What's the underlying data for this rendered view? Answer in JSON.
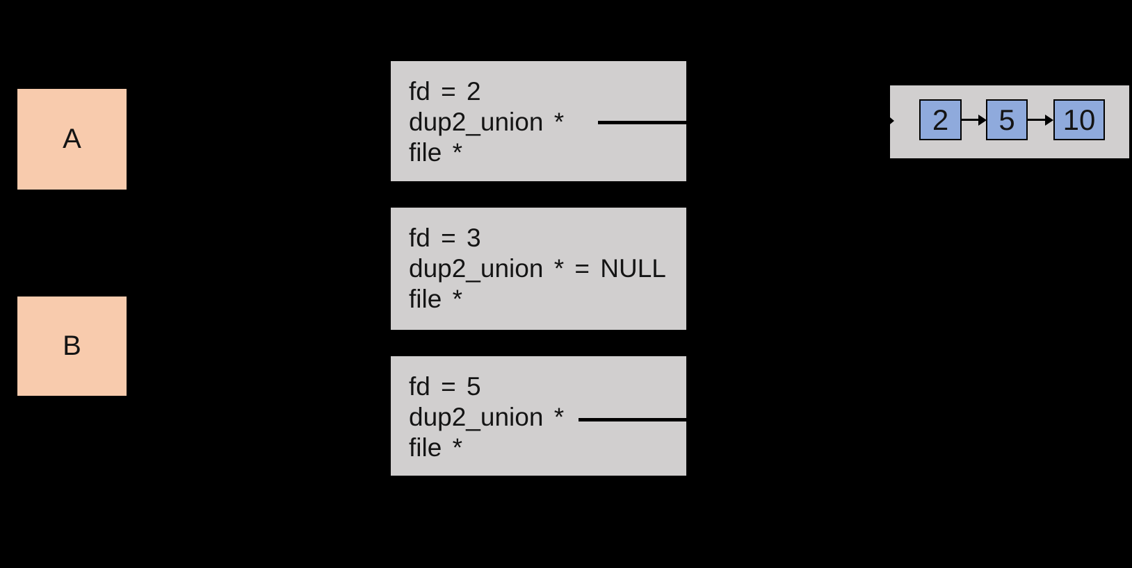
{
  "diagram_title": "",
  "colors": {
    "bg": "#000000",
    "process_fill": "#F8CBAD",
    "table_fill": "#D1CFCF",
    "node_fill": "#8FAADC",
    "node_border": "#000000",
    "connector": "#000000",
    "text": "#141414"
  },
  "processes": [
    {
      "label": "A"
    },
    {
      "label": "B"
    }
  ],
  "fd_entries": [
    {
      "lines": [
        "fd = 2",
        "dup2_union *",
        "file *"
      ],
      "pointer_out": true
    },
    {
      "lines": [
        "fd = 3",
        "dup2_union * = NULL",
        "file *"
      ],
      "pointer_out": false
    },
    {
      "lines": [
        "fd = 5",
        "dup2_union *",
        "file *"
      ],
      "pointer_out": true
    }
  ],
  "linked_list": {
    "nodes": [
      "2",
      "5",
      "10"
    ]
  }
}
